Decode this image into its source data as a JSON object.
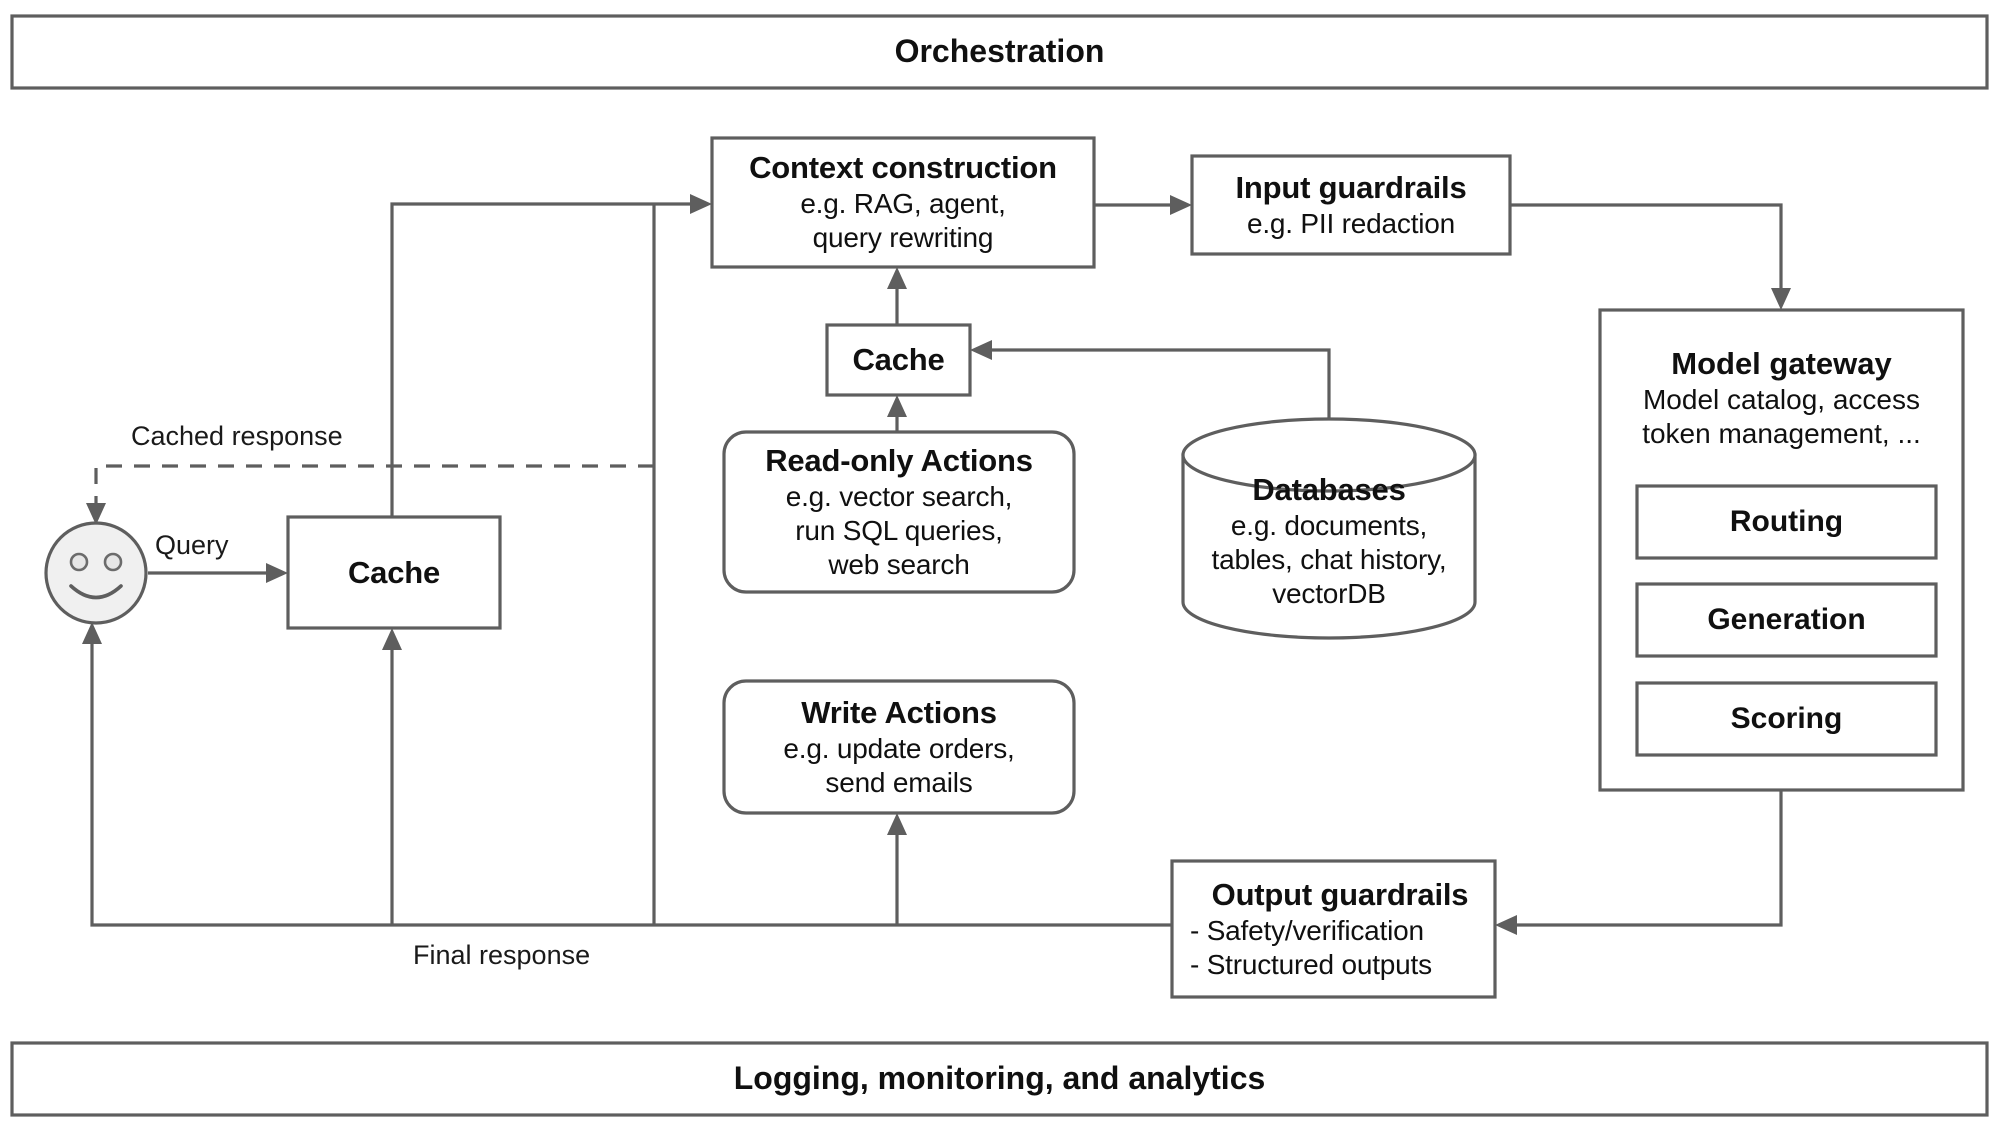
{
  "diagram": {
    "title": "LLM application platform architecture",
    "colors": {
      "stroke": "#5e5e5e",
      "text": "#101010",
      "face_fill": "#f0f0f0",
      "box_fill": "#ffffff",
      "background": "#ffffff"
    }
  },
  "banners": {
    "top": "Orchestration",
    "bottom": "Logging, monitoring, and analytics"
  },
  "nodes": {
    "user": {
      "name": "user-avatar",
      "shape": "smiley-face"
    },
    "cache_left": {
      "title": "Cache",
      "shape": "rectangle"
    },
    "cache_mid": {
      "title": "Cache",
      "shape": "rectangle"
    },
    "context_construction": {
      "title": "Context construction",
      "lines": [
        "e.g. RAG, agent,",
        "query rewriting"
      ],
      "shape": "rectangle"
    },
    "input_guardrails": {
      "title": "Input guardrails",
      "lines": [
        "e.g. PII redaction"
      ],
      "shape": "rectangle"
    },
    "read_only_actions": {
      "title": "Read-only Actions",
      "lines": [
        "e.g. vector search,",
        "run SQL queries,",
        "web search"
      ],
      "shape": "rounded-rectangle"
    },
    "write_actions": {
      "title": "Write Actions",
      "lines": [
        "e.g. update orders,",
        "send emails"
      ],
      "shape": "rounded-rectangle"
    },
    "databases": {
      "title": "Databases",
      "lines": [
        "e.g. documents,",
        "tables, chat history,",
        "vectorDB"
      ],
      "shape": "cylinder"
    },
    "model_gateway": {
      "title": "Model gateway",
      "lines": [
        "Model catalog, access",
        "token management, ..."
      ],
      "shape": "rectangle",
      "chips": [
        "Routing",
        "Generation",
        "Scoring"
      ]
    },
    "output_guardrails": {
      "title": "Output guardrails",
      "lines": [
        "- Safety/verification",
        "- Structured outputs"
      ],
      "shape": "rectangle"
    }
  },
  "edge_labels": {
    "cached_response": "Cached response",
    "query": "Query",
    "final_response": "Final response"
  }
}
